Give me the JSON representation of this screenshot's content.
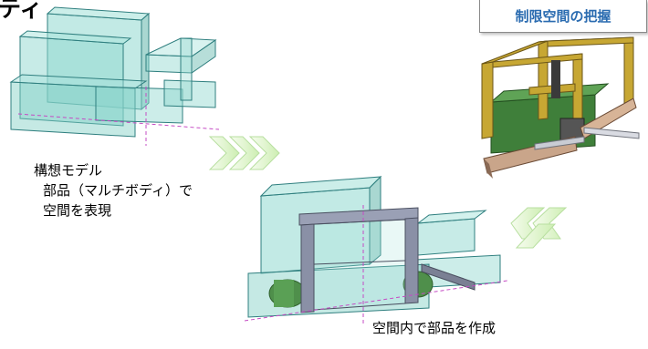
{
  "title_fragment": "ティ",
  "badge_label": "制限空間の把握",
  "captions": {
    "concept_line1": "構想モデル",
    "concept_line2": "部品（マルチボディ）で",
    "concept_line3": "空間を表現",
    "parts_in_space": "空間内で部品を作成"
  },
  "colors": {
    "translucent_fill": "#8fd8cf",
    "translucent_edge": "#2f7f7f",
    "frame_metal": "#8a90a6",
    "arrow_green": "#d9f2c0",
    "badge_text": "#2a6bb0",
    "guide_line": "#c54bc4"
  }
}
